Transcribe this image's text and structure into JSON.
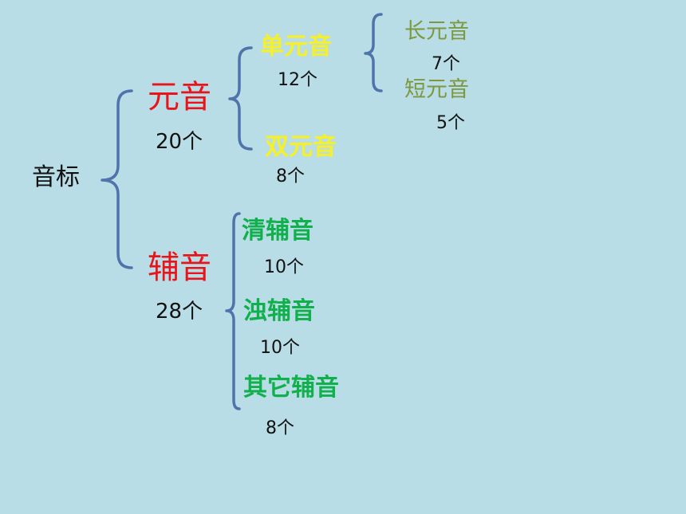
{
  "root": "音标",
  "vowels": {
    "label": "元音",
    "count": "20个",
    "single": {
      "label": "单元音",
      "count": "12个",
      "long": {
        "label": "长元音",
        "count": "7个"
      },
      "short": {
        "label": "短元音",
        "count": "5个"
      }
    },
    "double": {
      "label": "双元音",
      "count": "8个"
    }
  },
  "consonants": {
    "label": "辅音",
    "count": "28个",
    "voiceless": {
      "label": "清辅音",
      "count": "10个"
    },
    "voiced": {
      "label": "浊辅音",
      "count": "10个"
    },
    "other": {
      "label": "其它辅音",
      "count": "8个"
    }
  },
  "colors": {
    "background": "#b8dde6",
    "category": "#e8141a",
    "vowel_sub": "#f5f02a",
    "consonant_sub": "#12b04c",
    "long_short": "#7e9840",
    "bracket": "#4f74ab"
  }
}
